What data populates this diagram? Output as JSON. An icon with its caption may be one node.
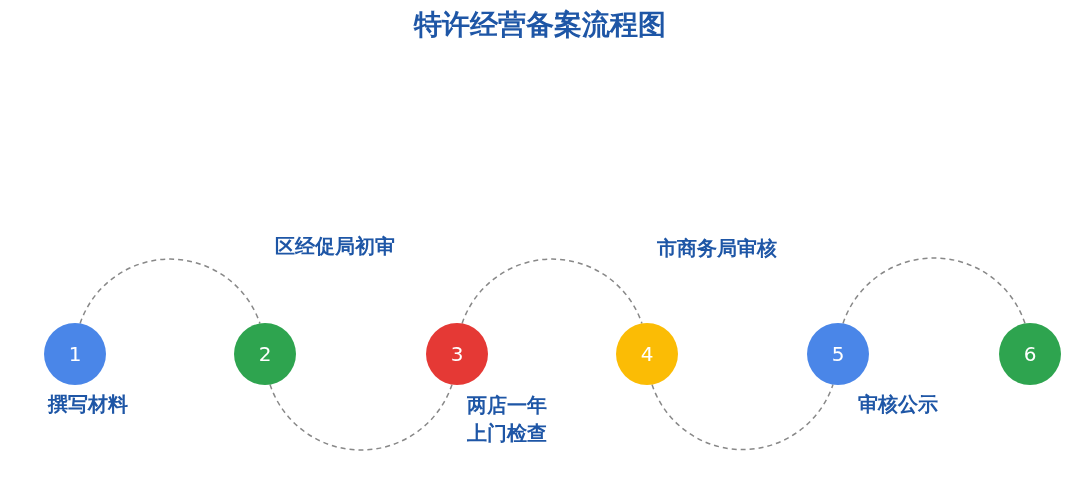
{
  "diagram": {
    "title": "特许经营备案流程图",
    "nodes": [
      {
        "text": [
          "1"
        ],
        "beside": [
          "撰写材料"
        ]
      },
      {
        "text": [
          "2"
        ],
        "beside": [
          "区经促局初审"
        ]
      },
      {
        "text": [
          "3"
        ],
        "beside": [
          "两店一年上门检查"
        ]
      },
      {
        "text": [
          "4"
        ],
        "beside": [
          "市商务局审核"
        ]
      },
      {
        "text": [
          "5"
        ],
        "beside": [
          "审核公示"
        ]
      },
      {
        "text": [
          "6"
        ]
      }
    ],
    "edges": [
      {
        "from": 0,
        "to": 1,
        "arrow": "none",
        "style": "dashed"
      },
      {
        "from": 1,
        "to": 2,
        "arrow": "none",
        "style": "dashed"
      },
      {
        "from": 2,
        "to": 3,
        "arrow": "none",
        "style": "dashed"
      },
      {
        "from": 3,
        "to": 4,
        "arrow": "none",
        "style": "dashed"
      },
      {
        "from": 4,
        "to": 5,
        "arrow": "none",
        "style": "dashed"
      }
    ]
  }
}
